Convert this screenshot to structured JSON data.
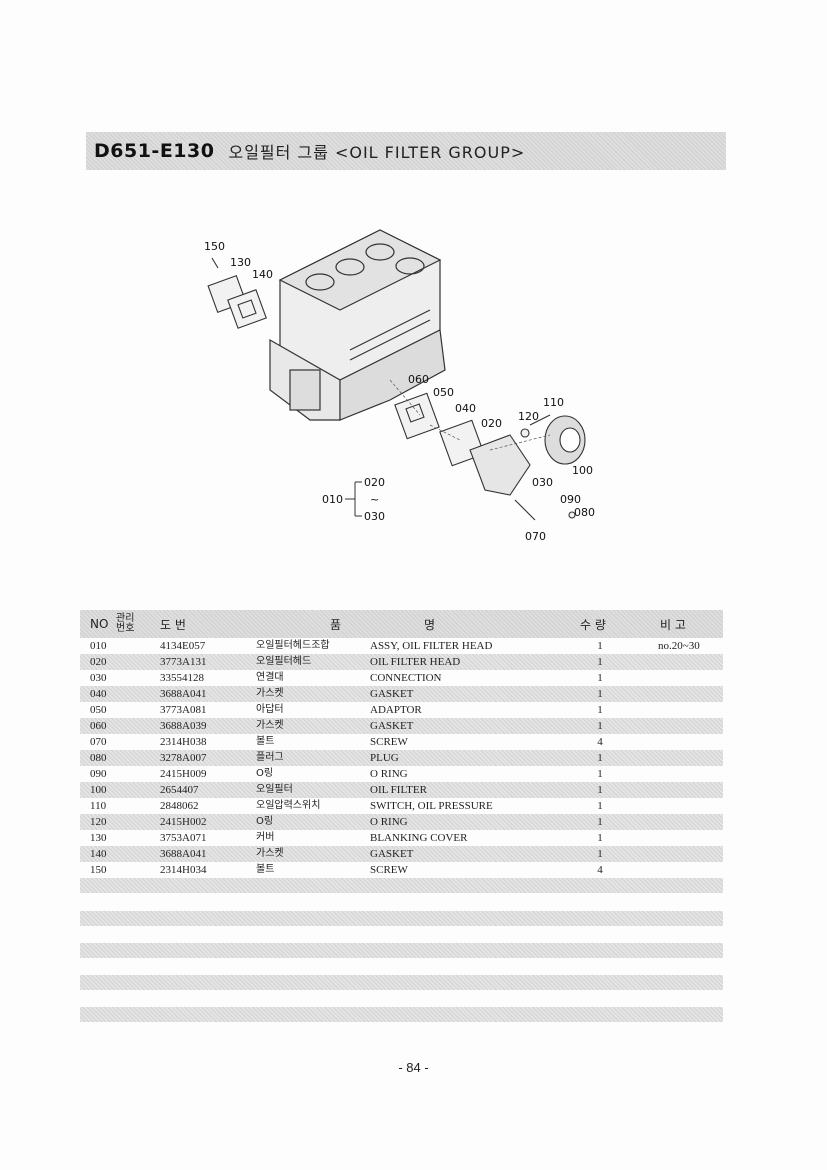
{
  "title": {
    "code": "D651-E130",
    "text": "오일필터 그룹 <OIL  FILTER  GROUP>"
  },
  "diagram": {
    "labels": [
      "150",
      "130",
      "140",
      "060",
      "050",
      "040",
      "020",
      "120",
      "110",
      "100",
      "030",
      "090",
      "080",
      "070",
      "010",
      "020",
      "~",
      "030"
    ]
  },
  "table": {
    "headers": {
      "no": "NO",
      "mgmt": "관리번호",
      "drawing": "도   번",
      "name_left": "품",
      "name_right": "명",
      "qty": "수   량",
      "remarks": "비   고"
    },
    "rows": [
      {
        "no": "010",
        "part": "4134E057",
        "kor": "오일필터헤드조합",
        "eng": "ASSY, OIL FILTER HEAD",
        "qty": "1",
        "rem": "no.20~30"
      },
      {
        "no": "020",
        "part": "3773A131",
        "kor": "오일필터헤드",
        "eng": "OIL FILTER HEAD",
        "qty": "1",
        "rem": ""
      },
      {
        "no": "030",
        "part": "33554128",
        "kor": "연결대",
        "eng": "CONNECTION",
        "qty": "1",
        "rem": ""
      },
      {
        "no": "040",
        "part": "3688A041",
        "kor": "가스켓",
        "eng": "GASKET",
        "qty": "1",
        "rem": ""
      },
      {
        "no": "050",
        "part": "3773A081",
        "kor": "아답터",
        "eng": "ADAPTOR",
        "qty": "1",
        "rem": ""
      },
      {
        "no": "060",
        "part": "3688A039",
        "kor": "가스켓",
        "eng": "GASKET",
        "qty": "1",
        "rem": ""
      },
      {
        "no": "070",
        "part": "2314H038",
        "kor": "볼트",
        "eng": "SCREW",
        "qty": "4",
        "rem": ""
      },
      {
        "no": "080",
        "part": "3278A007",
        "kor": "플러그",
        "eng": "PLUG",
        "qty": "1",
        "rem": ""
      },
      {
        "no": "090",
        "part": "2415H009",
        "kor": "O링",
        "eng": "O RING",
        "qty": "1",
        "rem": ""
      },
      {
        "no": "100",
        "part": "2654407",
        "kor": "오일필터",
        "eng": "OIL FILTER",
        "qty": "1",
        "rem": ""
      },
      {
        "no": "110",
        "part": "2848062",
        "kor": "오일압력스위치",
        "eng": "SWITCH, OIL PRESSURE",
        "qty": "1",
        "rem": ""
      },
      {
        "no": "120",
        "part": "2415H002",
        "kor": "O링",
        "eng": "O RING",
        "qty": "1",
        "rem": ""
      },
      {
        "no": "130",
        "part": "3753A071",
        "kor": "커버",
        "eng": "BLANKING COVER",
        "qty": "1",
        "rem": ""
      },
      {
        "no": "140",
        "part": "3688A041",
        "kor": "가스켓",
        "eng": "GASKET",
        "qty": "1",
        "rem": ""
      },
      {
        "no": "150",
        "part": "2314H034",
        "kor": "볼트",
        "eng": "SCREW",
        "qty": "4",
        "rem": ""
      }
    ]
  },
  "page_number": "- 84 -"
}
